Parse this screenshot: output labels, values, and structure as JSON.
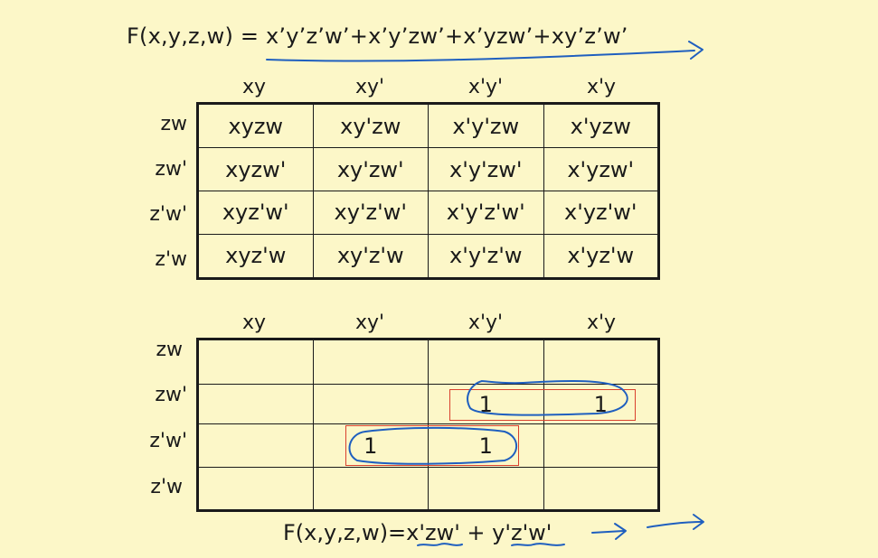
{
  "equation_top": "F(x,y,z,w) = x’y’z’w’+x’y’zw’+x’yzw’+xy’z’w’",
  "equation_bottom": {
    "prefix": "F(x,y,z,w)=",
    "term1": "x'zw'",
    "plus": " + ",
    "term2": "y'z'w'"
  },
  "table1": {
    "col_headers": [
      "xy",
      "xy'",
      "x'y'",
      "x'y"
    ],
    "row_headers": [
      "zw",
      "zw'",
      "z'w'",
      "z'w"
    ],
    "cells": [
      [
        "xyzw",
        "xy'zw",
        "x'y'zw",
        "x'yzw"
      ],
      [
        "xyzw'",
        "xy'zw'",
        "x'y'zw'",
        "x'yzw'"
      ],
      [
        "xyz'w'",
        "xy'z'w'",
        "x'y'z'w'",
        "x'yz'w'"
      ],
      [
        "xyz'w",
        "xy'z'w",
        "x'y'z'w",
        "x'yz'w"
      ]
    ]
  },
  "table2": {
    "col_headers": [
      "xy",
      "xy'",
      "x'y'",
      "x'y"
    ],
    "row_headers": [
      "zw",
      "zw'",
      "z'w'",
      "z'w"
    ],
    "cells": [
      [
        "",
        "",
        "",
        ""
      ],
      [
        "",
        "",
        "1",
        "1"
      ],
      [
        "",
        "1",
        "1",
        ""
      ],
      [
        "",
        "",
        "",
        ""
      ]
    ]
  },
  "colors": {
    "background": "#fcf7c8",
    "ink_blue": "#1f5fbf",
    "group_red": "#d9412e"
  }
}
